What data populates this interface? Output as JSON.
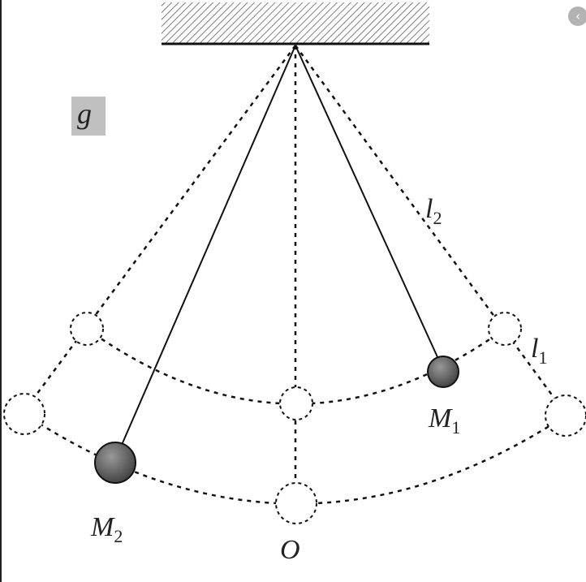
{
  "labels": {
    "gravity": "g",
    "length_2": "l",
    "length_2_sub": "2",
    "length_1": "l",
    "length_1_sub": "1",
    "mass_1": "M",
    "mass_1_sub": "1",
    "mass_2": "M",
    "mass_2_sub": "2",
    "origin": "O"
  },
  "controls": {
    "back_icon": "‹"
  },
  "colors": {
    "line": "#111111",
    "ball": "#555555",
    "gravity_box": "#c0c0c0",
    "button": "#b3b3b3"
  }
}
